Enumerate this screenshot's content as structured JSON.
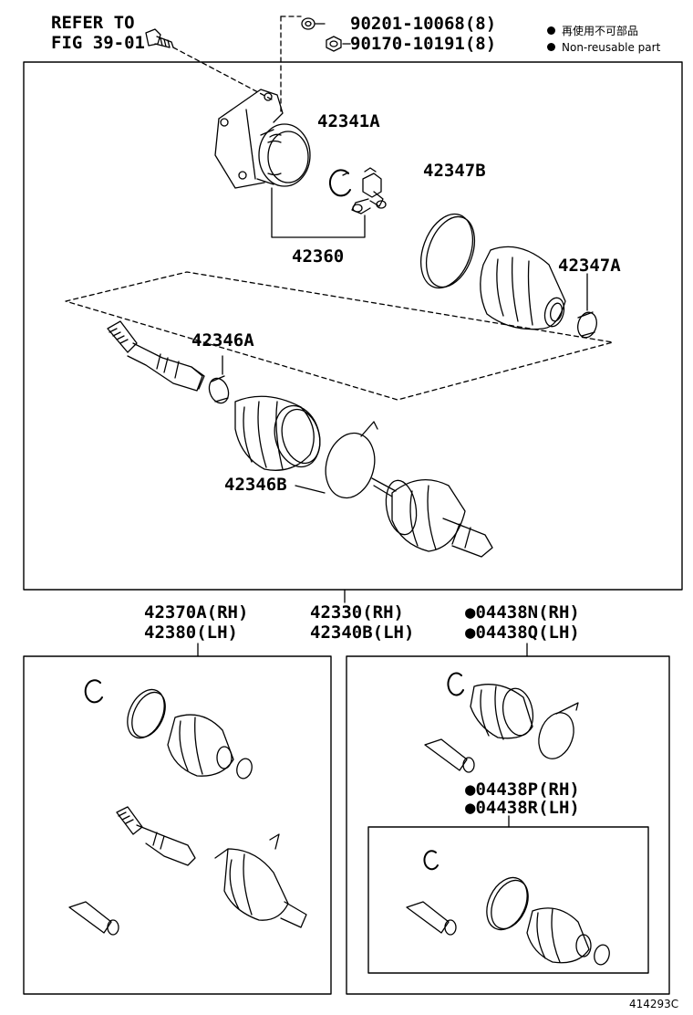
{
  "refer": {
    "line1": "REFER TO",
    "line2": "FIG 39-01"
  },
  "top_parts": {
    "nut_part": "90201-10068(8)",
    "washer_part": "90170-10191(8)"
  },
  "legend": {
    "jp": "再使用不可部品",
    "en": "Non-reusable part"
  },
  "callouts": {
    "snap_ring": "42341A",
    "outer_boot_band": "42347B",
    "housing_assy": "42360",
    "small_band": "42347A",
    "inner_clamp": "42346A",
    "large_band": "42346B"
  },
  "groups": {
    "main_rh": "42330(RH)",
    "main_lh": "42340B(LH)",
    "left_rh": "42370A(RH)",
    "left_lh": "42380(LH)",
    "right_top_rh": "04438N(RH)",
    "right_top_lh": "04438Q(LH)",
    "right_sub_rh": "04438P(RH)",
    "right_sub_lh": "04438R(LH)"
  },
  "non_reusable_marker": "●",
  "diagram_code": "414293C"
}
